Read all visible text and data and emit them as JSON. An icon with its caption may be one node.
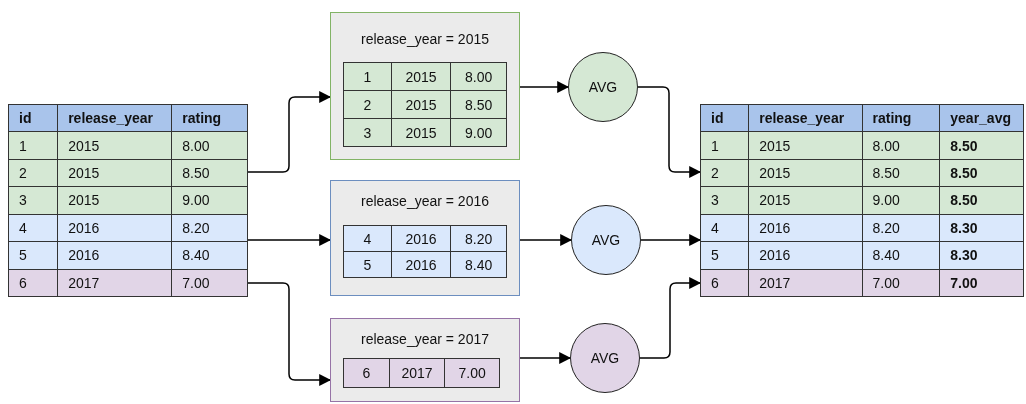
{
  "diagram": {
    "nodes": [
      {
        "text": [
          "id",
          "release_year",
          "rating",
          "1",
          "2015",
          "8.00",
          "2",
          "2015",
          "8.50",
          "3",
          "2015",
          "9.00",
          "4",
          "2016",
          "8.20",
          "5",
          "2016",
          "8.40",
          "6",
          "2017",
          "7.00"
        ]
      },
      {
        "text": [
          "release_year = 2015"
        ]
      },
      {
        "text": [
          "1",
          "2015",
          "8.00",
          "2",
          "2015",
          "8.50",
          "3",
          "2015",
          "9.00"
        ],
        "in": 1
      },
      {
        "text": [
          "release_year = 2016"
        ]
      },
      {
        "text": [
          "4",
          "2016",
          "8.20",
          "5",
          "2016",
          "8.40"
        ],
        "in": 3
      },
      {
        "text": [
          "release_year = 2017"
        ]
      },
      {
        "text": [
          "6",
          "2017",
          "7.00"
        ],
        "in": 5
      },
      {
        "text": [
          "AVG"
        ]
      },
      {
        "text": [
          "AVG"
        ]
      },
      {
        "text": [
          "AVG"
        ]
      },
      {
        "text": [
          "id",
          "release_year",
          "rating",
          "year_avg",
          "1",
          "2015",
          "8.00",
          "8.50",
          "2",
          "2015",
          "8.50",
          "8.50",
          "3",
          "2015",
          "9.00",
          "8.50",
          "4",
          "2016",
          "8.20",
          "8.30",
          "5",
          "2016",
          "8.40",
          "8.30",
          "6",
          "2017",
          "7.00",
          "7.00"
        ]
      }
    ],
    "edges": [
      {
        "from": 0,
        "to": 1,
        "arrow": "to"
      },
      {
        "from": 0,
        "to": 3,
        "arrow": "to"
      },
      {
        "from": 0,
        "to": 5,
        "arrow": "to"
      },
      {
        "from": 1,
        "to": 7,
        "arrow": "to"
      },
      {
        "from": 3,
        "to": 8,
        "arrow": "to"
      },
      {
        "from": 5,
        "to": 9,
        "arrow": "to"
      },
      {
        "from": 7,
        "to": 10,
        "arrow": "to"
      },
      {
        "from": 8,
        "to": 10,
        "arrow": "to"
      },
      {
        "from": 9,
        "to": 10,
        "arrow": "to"
      }
    ]
  }
}
